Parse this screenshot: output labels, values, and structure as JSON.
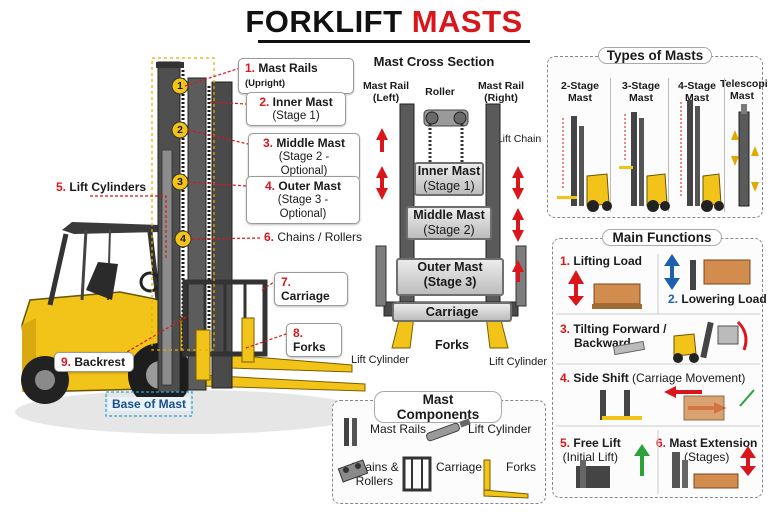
{
  "title": {
    "part1": "FORKLIFT",
    "part2": "MASTS"
  },
  "forklift_labels": {
    "mast_rails": {
      "num": "1.",
      "text": "Mast Rails",
      "note": "(Upright)"
    },
    "inner_mast": {
      "num": "2.",
      "text": "Inner Mast",
      "sub": "(Stage 1)"
    },
    "middle_mast": {
      "num": "3.",
      "text": "Middle Mast",
      "sub": "(Stage 2 - Optional)"
    },
    "outer_mast": {
      "num": "4.",
      "text": "Outer Mast",
      "sub": "(Stage 3 - Optional)"
    },
    "lift_cylinders": {
      "num": "5.",
      "text": "Lift Cylinders"
    },
    "chains_rollers": {
      "num": "6.",
      "text": "Chains / Rollers"
    },
    "carriage": {
      "num": "7.",
      "text": "Carriage"
    },
    "forks": {
      "num": "8.",
      "text": "Forks"
    },
    "backrest": {
      "num": "9.",
      "text": "Backrest"
    },
    "base_of_mast": "Base of Mast",
    "markers": [
      "1",
      "2",
      "3",
      "4"
    ]
  },
  "cross_section": {
    "title": "Mast Cross Section",
    "mast_rail_left": "Mast Rail\n(Left)",
    "roller": "Roller",
    "mast_rail_right": "Mast Rail\n(Right)",
    "lift_chain": "Lift Chain",
    "inner_mast": "Inner Mast",
    "inner_stage": "(Stage 1)",
    "middle_mast": "Middle Mast",
    "middle_stage": "(Stage 2)",
    "outer_mast": "Outer Mast",
    "outer_stage": "(Stage 3)",
    "carriage": "Carriage",
    "forks": "Forks",
    "lift_cylinder_left": "Lift Cylinder",
    "lift_cylinder_right": "Lift Cylinder"
  },
  "types_of_masts": {
    "title": "Types of Masts",
    "items": [
      "2-Stage Mast",
      "3-Stage Mast",
      "4-Stage Mast",
      "Telescopic\nMast"
    ]
  },
  "main_functions": {
    "title": "Main Functions",
    "f1": {
      "num": "1.",
      "text": "Lifting Load"
    },
    "f2": {
      "num": "2.",
      "text": "Lowering Load"
    },
    "f3": {
      "num": "3.",
      "text": "Tilting Forward /",
      "text2": "Backward"
    },
    "f4": {
      "num": "4.",
      "text": "Side Shift",
      "sub": "(Carriage Movement)"
    },
    "f5": {
      "num": "5.",
      "text": "Free Lift",
      "sub": "(Initial Lift)"
    },
    "f6": {
      "num": "6.",
      "text": "Mast Extension",
      "sub": "(Stages)"
    }
  },
  "mast_components": {
    "title": "Mast Components",
    "items": [
      "Mast Rails",
      "Lift Cylinder",
      "Chains &\nRollers",
      "Carriage",
      "Forks"
    ]
  },
  "colors": {
    "accent_red": "#d9161c",
    "forklift_yellow": "#f2c318",
    "steel": "#5a5a5a",
    "blue": "#1c5fb3",
    "green": "#2aa339"
  }
}
